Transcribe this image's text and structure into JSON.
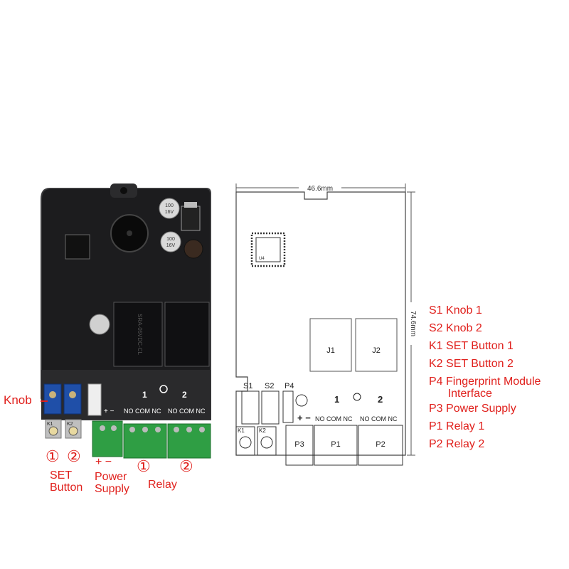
{
  "photo_labels": {
    "knob": "Knob",
    "button1_num": "①",
    "button2_num": "②",
    "set_button": "SET\nButton",
    "plus_minus": "+ −",
    "power_supply": "Power\nSupply",
    "relay1_num": "①",
    "relay2_num": "②",
    "relay": "Relay"
  },
  "board_silkscreen": {
    "relay1_marker": "1",
    "relay2_marker": "2",
    "terminal_pins": "NO COM NC",
    "power_polarity": "+ −",
    "cap1_top": "100",
    "cap1_bottom": "16V",
    "cap2_top": "100",
    "cap2_bottom": "16V",
    "relay_marking": "SRA-05VDC-CL",
    "k1": "K1",
    "k2": "K2"
  },
  "diagram": {
    "width_dim": "46.6mm",
    "height_dim": "74.6mm",
    "chip": "U4",
    "relay1": "J1",
    "relay2": "J2",
    "s1": "S1",
    "s2": "S2",
    "p4": "P4",
    "k1": "K1",
    "k2": "K2",
    "p3": "P3",
    "p1": "P1",
    "p2": "P2",
    "relay1_marker": "1",
    "relay2_marker": "2",
    "terminal_pins": "NO COM NC",
    "polarity": "+ −"
  },
  "legend": [
    "S1 Knob 1",
    "S2 Knob 2",
    "K1 SET Button 1",
    "K2 SET Button 2",
    "P4 Fingerprint Module\n      Interface",
    "P3 Power Supply",
    "P1 Relay 1",
    "P2 Relay 2"
  ],
  "colors": {
    "annotation_red": "#e0201c",
    "pcb_black": "#1c1c1e",
    "terminal_green": "#2f9e44",
    "trimpot_blue": "#1f4fa8"
  }
}
